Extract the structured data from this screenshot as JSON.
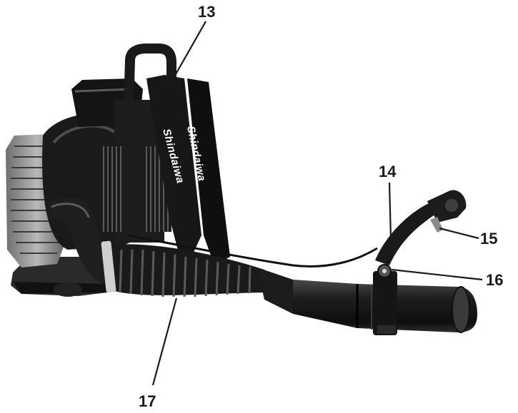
{
  "figure": {
    "brand_logo": "Shindaiwa",
    "callouts": [
      {
        "id": "13",
        "label": "13"
      },
      {
        "id": "14",
        "label": "14"
      },
      {
        "id": "15",
        "label": "15"
      },
      {
        "id": "16",
        "label": "16"
      },
      {
        "id": "17",
        "label": "17"
      }
    ]
  },
  "colors": {
    "body": "#1c1c1c",
    "metal": "#9a9a9a",
    "background": "#ffffff"
  }
}
